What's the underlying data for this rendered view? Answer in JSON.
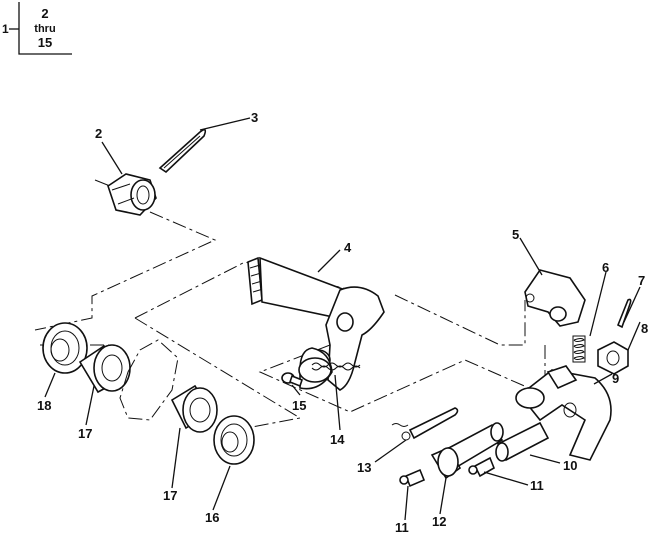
{
  "figure_ref": {
    "lead": "1",
    "from": "2",
    "thru": "thru",
    "to": "15"
  },
  "callouts": [
    {
      "id": "c2",
      "text": "2"
    },
    {
      "id": "c3",
      "text": "3"
    },
    {
      "id": "c4",
      "text": "4"
    },
    {
      "id": "c5",
      "text": "5"
    },
    {
      "id": "c6",
      "text": "6"
    },
    {
      "id": "c7",
      "text": "7"
    },
    {
      "id": "c8",
      "text": "8"
    },
    {
      "id": "c9",
      "text": "9"
    },
    {
      "id": "c10",
      "text": "10"
    },
    {
      "id": "c11a",
      "text": "11"
    },
    {
      "id": "c11b",
      "text": "11"
    },
    {
      "id": "c12",
      "text": "12"
    },
    {
      "id": "c13",
      "text": "13"
    },
    {
      "id": "c14",
      "text": "14"
    },
    {
      "id": "c15",
      "text": "15"
    },
    {
      "id": "c16",
      "text": "16"
    },
    {
      "id": "c17a",
      "text": "17"
    },
    {
      "id": "c17b",
      "text": "17"
    },
    {
      "id": "c18",
      "text": "18"
    }
  ]
}
